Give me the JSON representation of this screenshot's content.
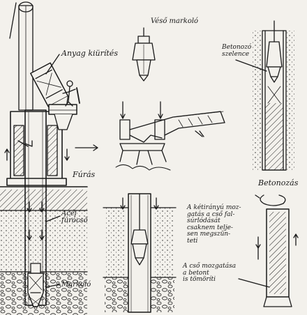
{
  "labels": {
    "veso_markolo": "Véső markoló",
    "anyag_kiurites": "Anyag kiürítés",
    "betonozo_szelence": [
      "Betonozó",
      "szelence"
    ],
    "furas": "Fúrás",
    "acel_furocso": [
      "Acél",
      "fúrócső"
    ],
    "markolo": "Markoló",
    "betonozas": "Betonozás",
    "ketiranyu": [
      "A kétirányú moz-",
      "gatás a cső fal-",
      "súrlódását",
      "csaknem telje-",
      "sen megszün-",
      "teti"
    ],
    "cso_mozgatasa": [
      "A cső mozgatása",
      "a betont",
      "is tömöríti"
    ]
  },
  "colors": {
    "ink": "#1a1a1a",
    "paper": "#f3f1ec",
    "soil": "#bdb7ab"
  }
}
